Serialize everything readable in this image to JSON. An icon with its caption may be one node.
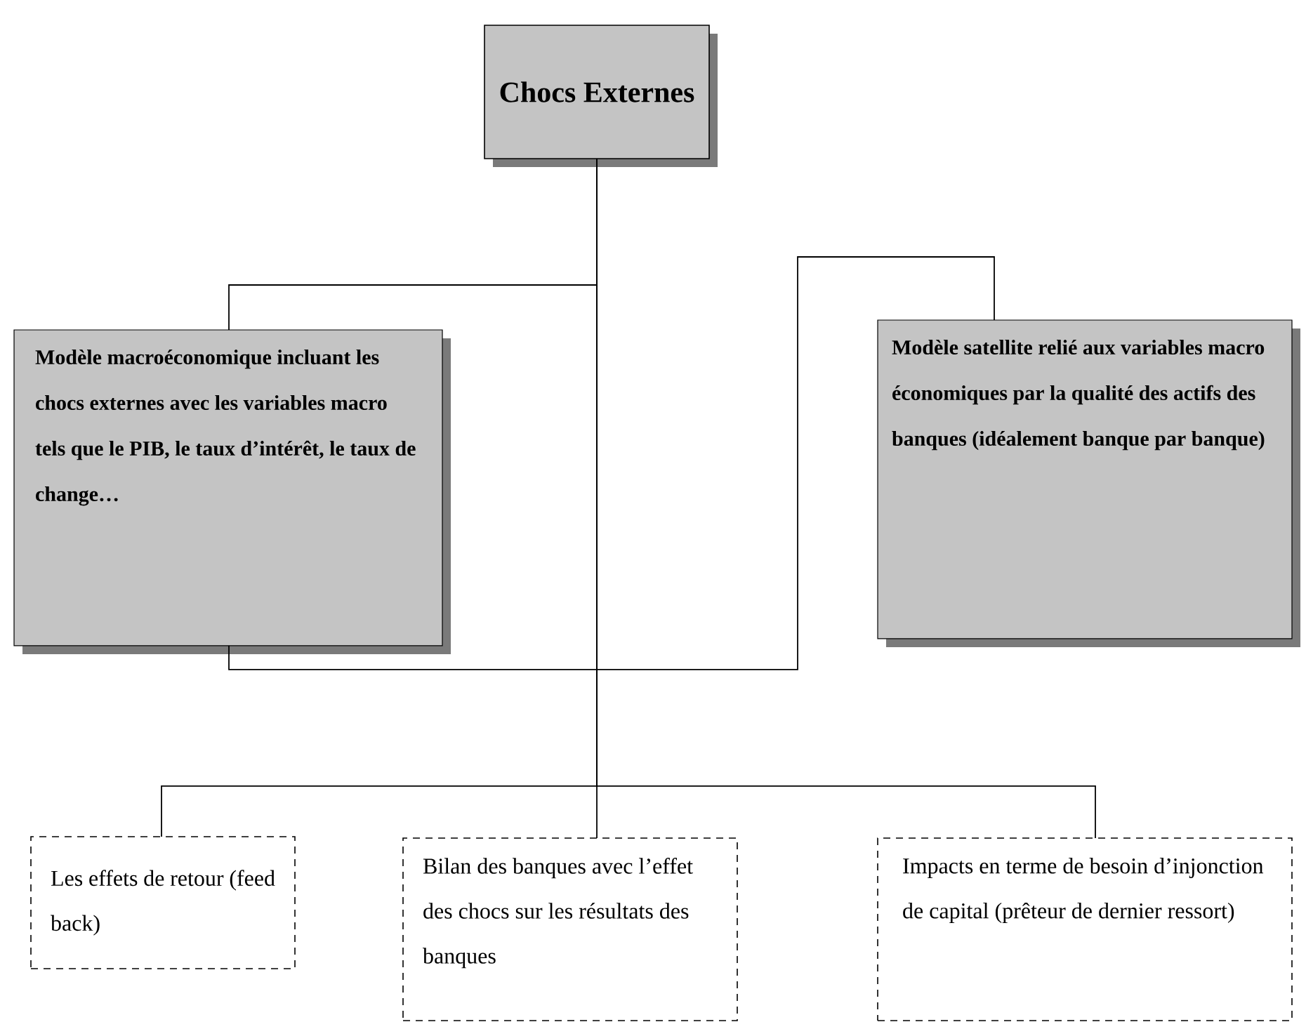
{
  "diagram": {
    "nodes": [
      {
        "text": [
          "Chocs Externes"
        ]
      },
      {
        "text": [
          "Modèle macroéconomique incluant les chocs externes avec les variables macro tels que le PIB, le taux d’intérêt, le taux de change…"
        ]
      },
      {
        "text": [
          "Modèle satellite relié aux variables macro économiques par la qualité des actifs des banques (idéalement banque par banque)"
        ]
      },
      {
        "text": [
          "Les effets de retour (feed back)"
        ]
      },
      {
        "text": [
          "Bilan des banques avec l’effet des chocs sur les résultats des banques"
        ]
      },
      {
        "text": [
          "Impacts en terme de besoin d’injonction de capital (prêteur de dernier ressort)"
        ]
      }
    ],
    "edges": [
      {
        "from": 0,
        "to": 1,
        "arrow": "none"
      },
      {
        "from": 1,
        "to": 2,
        "arrow": "none"
      },
      {
        "from": 0,
        "to": 3,
        "arrow": "none"
      },
      {
        "from": 0,
        "to": 4,
        "arrow": "none"
      },
      {
        "from": 0,
        "to": 5,
        "arrow": "none"
      }
    ]
  }
}
